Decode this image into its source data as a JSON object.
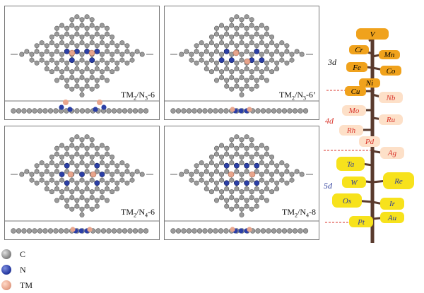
{
  "panels": [
    {
      "id": "p1",
      "prefix": "TM",
      "sub1": "2",
      "mid": "/N",
      "sub2": "3",
      "suffix": "-6"
    },
    {
      "id": "p2",
      "prefix": "TM",
      "sub1": "2",
      "mid": "/N",
      "sub2": "3",
      "suffix": "-6’"
    },
    {
      "id": "p3",
      "prefix": "TM",
      "sub1": "2",
      "mid": "/N",
      "sub2": "4",
      "suffix": "-6"
    },
    {
      "id": "p4",
      "prefix": "TM",
      "sub1": "2",
      "mid": "/N",
      "sub2": "4",
      "suffix": "-8"
    }
  ],
  "legend": [
    {
      "label": "C",
      "color": "#9a9a9a"
    },
    {
      "label": "N",
      "color": "#2b3fa6"
    },
    {
      "label": "TM",
      "color": "#e8a58c"
    }
  ],
  "periods": {
    "p3d": {
      "label": "3d",
      "color": "#111111"
    },
    "p4d": {
      "label": "4d",
      "color": "#d9342b"
    },
    "p5d": {
      "label": "5d",
      "color": "#2a3a9a"
    }
  },
  "elements": {
    "V": "V",
    "Cr": "Cr",
    "Mn": "Mn",
    "Fe": "Fe",
    "Co": "Co",
    "Ni": "Ni",
    "Cu": "Cu",
    "Nb": "Nb",
    "Mo": "Mo",
    "Ru": "Ru",
    "Rh": "Rh",
    "Pd": "Pd",
    "Ag": "Ag",
    "Ta": "Ta",
    "W": "W",
    "Re": "Re",
    "Os": "Os",
    "Ir": "Ir",
    "Au": "Au",
    "Pt": "Pt"
  },
  "colors": {
    "trunk": "#5a3b2e",
    "d3_fill": "#f0a21c",
    "d4_fill": "#fde0c8",
    "d5_fill": "#f7e21c",
    "carbon": "#9a9a9a",
    "nitrogen": "#2b3fa6",
    "metal": "#e8a58c",
    "divider": "#d9342b"
  }
}
